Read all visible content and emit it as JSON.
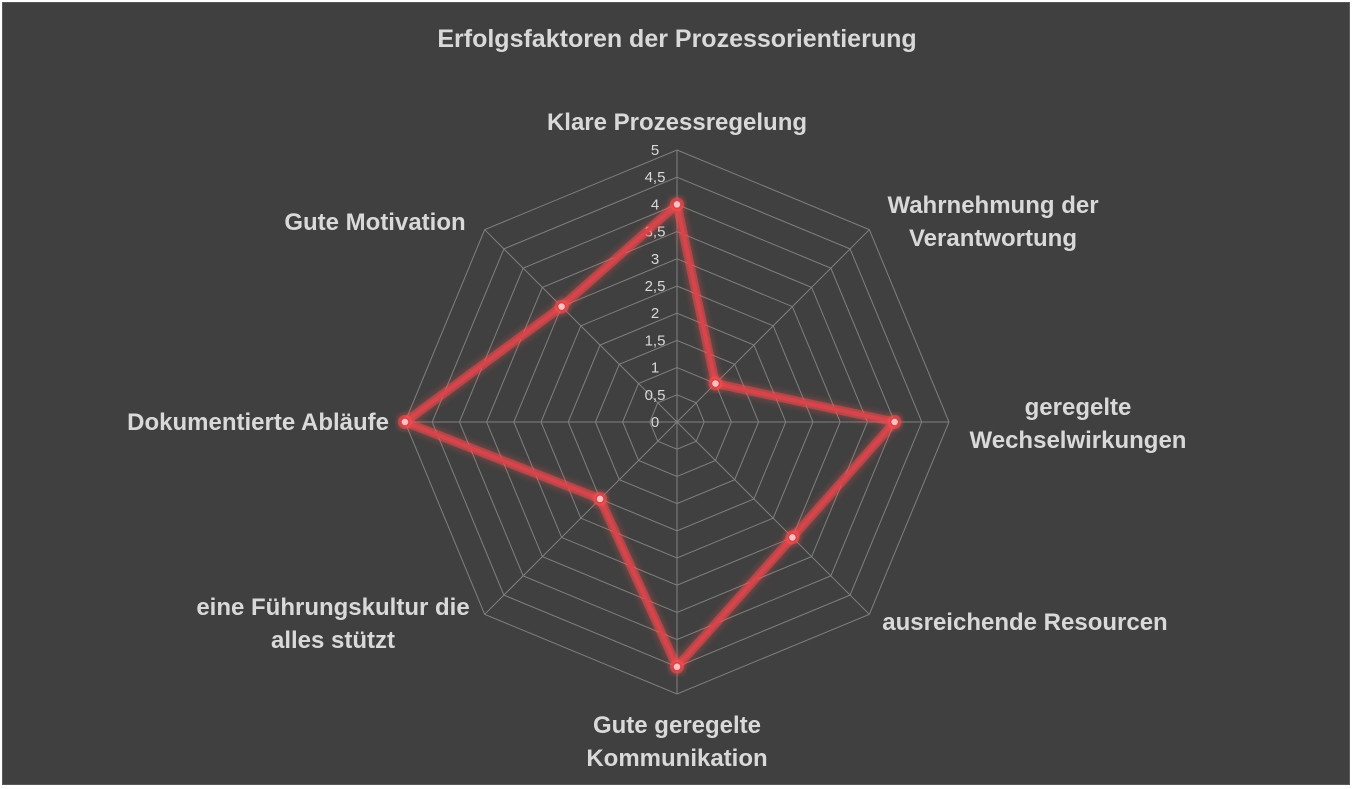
{
  "chart_data": {
    "type": "radar",
    "title": "Erfolgsfaktoren der Prozessorientierung",
    "categories": [
      "Klare Prozessregelung",
      "Wahrnehmung der Verantwortung",
      "geregelte Wechselwirkungen",
      "ausreichende Resourcen",
      "Gute geregelte Kommunikation",
      "eine Führungskultur die alles stützt",
      "Dokumentierte Abläufe",
      "Gute Motivation"
    ],
    "category_lines": [
      [
        "Klare Prozessregelung"
      ],
      [
        "Wahrnehmung der",
        "Verantwortung"
      ],
      [
        "geregelte",
        "Wechselwirkungen"
      ],
      [
        "ausreichende Resourcen"
      ],
      [
        "Gute geregelte",
        "Kommunikation"
      ],
      [
        "eine Führungskultur die",
        "alles stützt"
      ],
      [
        "Dokumentierte Abläufe"
      ],
      [
        "Gute Motivation"
      ]
    ],
    "series": [
      {
        "values": [
          4,
          1,
          4,
          3,
          4.5,
          2,
          5,
          3
        ]
      }
    ],
    "rlim": [
      0,
      5
    ],
    "ticks": [
      "0",
      "0,5",
      "1",
      "1,5",
      "2",
      "2,5",
      "3",
      "3,5",
      "4",
      "4,5",
      "5"
    ],
    "grid": true,
    "legend": "none",
    "colors": {
      "background": "#404040",
      "grid": "#7f7f7f",
      "text": "#d9d9d9",
      "series": "#d9434b",
      "glow": "#ff4d4d",
      "marker": "#ffc0c0"
    }
  }
}
